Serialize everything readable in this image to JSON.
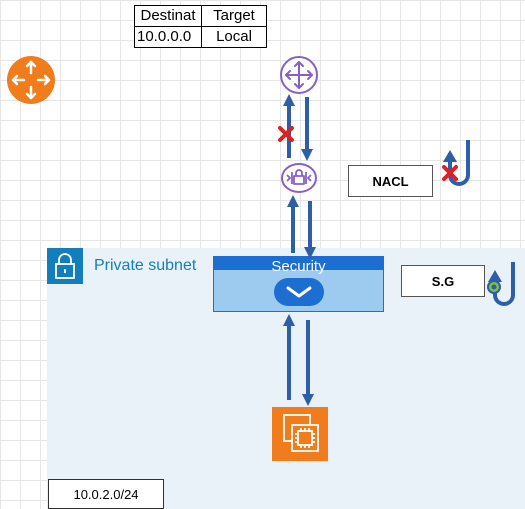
{
  "route_table": {
    "headers": [
      "Destinat",
      "Target"
    ],
    "rows": [
      [
        "10.0.0.0",
        "Local"
      ]
    ]
  },
  "subnet": {
    "label": "Private subnet",
    "cidr": "10.0.2.0/24"
  },
  "security_group": {
    "label": "Security",
    "box_label": "S.G"
  },
  "nacl": {
    "box_label": "NACL"
  },
  "colors": {
    "arrow": "#2e5ea8",
    "router_icon": "#8a5fc4",
    "internet_router": "#f07c1b",
    "subnet_bg": "#e9f2f9",
    "subnet_accent": "#147eba",
    "security_header": "#1c6fd0",
    "security_body": "#9ccbef",
    "ec2": "#f07c1b",
    "blocked_cross": "#e02020"
  },
  "icons": {
    "internet_router": "router-arrows-icon",
    "vpc_router": "router-move-icon",
    "nacl": "nacl-lock-icon",
    "subnet": "padlock-icon",
    "security_group": "chevron-down-icon",
    "ec2": "ec2-chip-icon",
    "nacl_return": "return-arrow-blocked-icon",
    "sg_return": "return-arrow-stateful-icon"
  }
}
